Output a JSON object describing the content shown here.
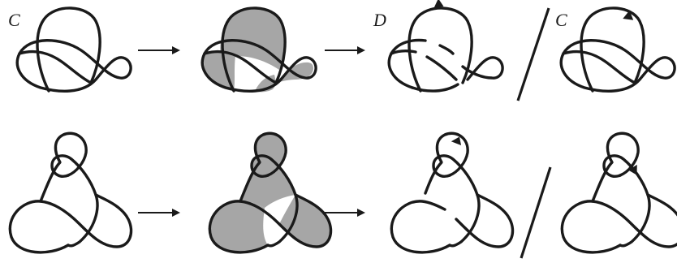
{
  "labels": {
    "c_top_left": "C",
    "d_top": "D",
    "c_top_right": "C"
  }
}
